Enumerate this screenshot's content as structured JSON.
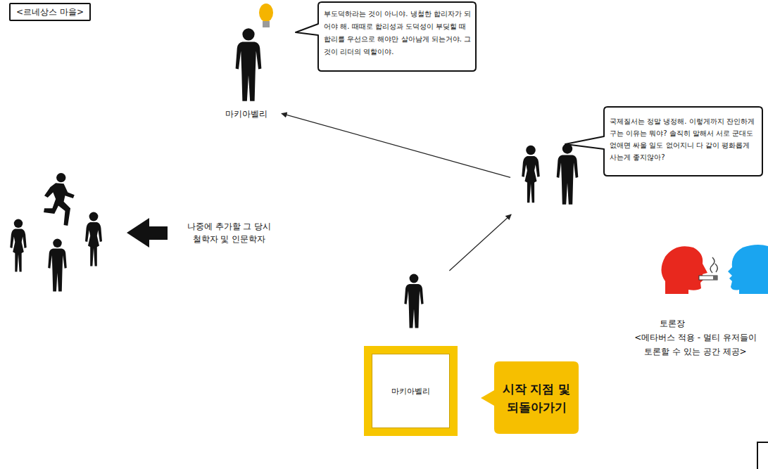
{
  "diagram": {
    "title": "<르네상스 마을>",
    "nodes": [
      {
        "text": [
          "마키아벨리"
        ]
      },
      {
        "text": [
          "부도덕하라는 것이 아니야. 냉철한 합리자가 되어야 해. 때때로 합리성과 도덕성이 부딪힐 때 합리를 우선으로 해야만 살아남게 되는거야. 그것이 리더의 역할이야."
        ]
      },
      {
        "text": [
          "국제질서는 정말 냉정해. 이렇게까지 잔인하게 구는 이유는 뭐야? 솔직히 말해서 서로 군대도 없애면 싸울 일도 없어지니 다 같이 평화롭게 사는게 좋지않아?"
        ]
      },
      {
        "text": [
          "마키아벨리"
        ]
      },
      {
        "text": [
          "시작 지점 및 되돌아가기"
        ]
      }
    ],
    "edges": [
      {
        "from": 3,
        "to": 2,
        "arrow": "to"
      },
      {
        "from": 2,
        "to": 0,
        "arrow": "to"
      }
    ],
    "labels": [
      "나중에 추가할 그 당시 철학자 및 인문학자",
      "토론장",
      "<메타버스 적용 - 멀티 유저들이 토론할 수 있는 공간 제공>"
    ]
  }
}
